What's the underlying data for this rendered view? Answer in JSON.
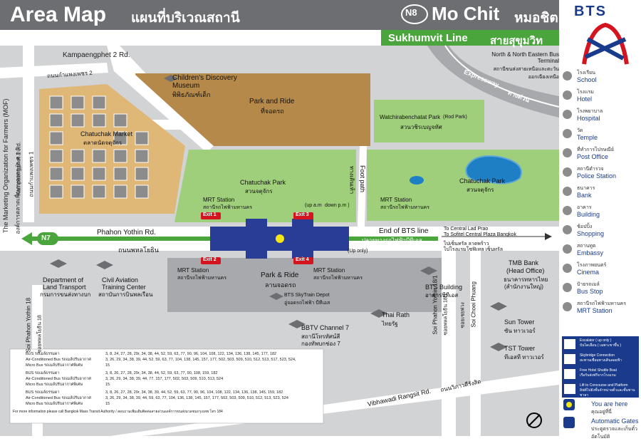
{
  "header": {
    "title_en": "Area Map",
    "title_th": "แผนที่บริเวณสถานี",
    "station_code": "N8",
    "station_en": "Mo Chit",
    "station_th": "หมอชิต",
    "line_en": "Sukhumvit Line",
    "line_th": "สายสุขุมวิท",
    "brand": "BTS"
  },
  "colors": {
    "header_gray": "#6d6e71",
    "line_green": "#4aa63c",
    "park_green": "#9fcf7a",
    "brown": "#b5894a",
    "market_tan": "#dfb777",
    "station_blue": "#2a3d96",
    "exit_red": "#d4141e",
    "legend_blue": "#1a3b8c"
  },
  "map": {
    "labels": {
      "kampaengphet2": "Kampaengphet 2 Rd.",
      "kampaengphet2_th": "ถนนกำแพงเพชร 2",
      "kampaengphet1": "Kampaengphet 1 Rd.",
      "kampaengphet1_th": "ถนนกำแพงเพชร 1",
      "childrens_museum": "Children's Discovery Museum",
      "childrens_museum_th": "พิพิธภัณฑ์เด็ก",
      "park_ride_top": "Park and Ride",
      "park_ride_top_th": "ที่จอดรถ",
      "chatuchak_market": "Chatuchak Market",
      "chatuchak_market_th": "ตลาดนัดจตุจักร",
      "mof": "The Marketing Organization for Farmers (MOF)",
      "mof_th": "องค์การตลาดเพื่อเกษตรกร (อ.ต.ก.)",
      "bus_terminal": "North & North Eastern Bus Terminal",
      "bus_terminal_th": "สถานีขนส่งสายเหนือและตะวันออกเฉียงเหนือ",
      "expressway": "Expressway",
      "expressway_th": "ทางด่วน",
      "watchira_park": "Watchirabenchatat Park",
      "watchira_park_paren": "(Rod Park)",
      "watchira_park_th": "สวนวชิรเบญจทัศ",
      "chatuchak_park1": "Chatuchak Park",
      "chatuchak_park1_th": "สวนจตุจักร",
      "chatuchak_park2": "Chatuchak Park",
      "chatuchak_park2_th": "สวนจตุจักร",
      "footpath": "Foot path",
      "footpath_th": "ทางเดินเท้า",
      "mrt_station": "MRT Station",
      "mrt_station_th": "สถานีรถไฟฟ้ามหานคร",
      "up_am": "(up a.m",
      "down_pm": "down p.m )",
      "up_only": "(Up only)",
      "phahon": "Phahon Yothin Rd.",
      "phahon_th": "ถนนพหลโยธิน",
      "end_line": "End of BTS line",
      "end_line_th": "ปลายทางรถไฟฟ้าบีทีเอส",
      "lad_prao": "To Central Lad Prao",
      "sofitel": "To Sofitel Central Plaza Bangkok",
      "lad_prao_th": "ไปเซ็นทรัล ลาดพร้าว",
      "sofitel_th": "ไปโรงแรมโซฟิเทล เซ็นทรัล",
      "dlt": "Department of Land Transport",
      "dlt_th": "กรมการขนส่งทางบก",
      "cat": "Civil Aviation Training Center",
      "cat_th": "สถาบันการบินพลเรือน",
      "park_ride_bottom": "Park & Ride",
      "park_ride_bottom_th": "ลานจอดรถ",
      "depot": "BTS SkyTrain Depot",
      "depot_th": "อู่จอดรถไฟฟ้า บีทีเอส",
      "bts_building": "BTS Building",
      "bts_building_th": "อาคารบีทีเอส",
      "thai_rath": "Thai Rath",
      "thai_rath_th": "ไทยรัฐ",
      "bbtv": "BBTV Channel 7",
      "bbtv_th1": "สถานีโทรทัศน์สี",
      "bbtv_th2": "กองทัพบกช่อง 7",
      "tmb": "TMB Bank",
      "tmb2": "(Head Office)",
      "tmb_th": "ธนาคารทหารไทย",
      "tmb_th2": "(สำนักงานใหญ่)",
      "sun_tower": "Sun Tower",
      "sun_tower_th": "ซัน ทาวเวอร์",
      "tst_tower": "TST Tower",
      "tst_tower_th": "ทีเอสที ทาวเวอร์",
      "soi18": "Soi Phahon Yothin 18",
      "soi18_th": "ซอยพหลโยธิน 18",
      "soi18_1": "Soi Phahon Yothin 18/1",
      "soi18_1_th": "ซอยพหลโยธิน 18/1",
      "choei_phuang": "Soi Choei Phuang",
      "choei_phuang_th": "ซอยเชยพ่วง",
      "vibhawadi": "Vibhawadi Rangsit Rd.",
      "vibhawadi_th": "ถนนวิภาวดีรังสิต",
      "n7": "N7",
      "exit1": "Exit 1",
      "exit2": "Exit 2",
      "exit3": "Exit 3",
      "exit4": "Exit 4"
    }
  },
  "bus_table": {
    "groups": [
      {
        "rows": [
          {
            "label": "BUS รถเมล์ธรรมดา",
            "routes": "3, 8, 24, 27, 28, 29r, 34, 38, 44, 52, 59, 63, 77, 90, 96, 104, 108, 122, 134, 136, 138, 145, 177, 182"
          },
          {
            "label": "Air-Conditioned Bus รถเมล์ปรับอากาศ",
            "routes": "3, 26, 29, 34, 38, 39, 44, 52, 59, 63, 77, 104, 138, 145, 157, 177, 502, 503, 509, 510, 512, 513, 517, 523, 524,"
          },
          {
            "label": "Micro Bus รถเมล์ปรับอากาศพิเศษ",
            "routes": "15"
          }
        ]
      },
      {
        "rows": [
          {
            "label": "BUS รถเมล์ธรรมดา",
            "routes": "3, 8, 26, 27, 28, 29r, 34, 38, 44, 52, 59, 63, 77, 90, 108, 159, 182"
          },
          {
            "label": "Air-Conditioned Bus รถเมล์ปรับอากาศ",
            "routes": "3, 26, 29, 34, 38, 39, 44, 77, 157, 177, 502, 503, 509, 510, 513, 524"
          },
          {
            "label": "Micro Bus รถเมล์ปรับอากาศพิเศษ",
            "routes": "15"
          }
        ]
      },
      {
        "rows": [
          {
            "label": "BUS รถเมล์ธรรมดา",
            "routes": "3, 8, 26, 27, 28, 29r, 34, 38, 39, 44, 52, 59, 63, 77, 90, 96, 104, 108, 122, 134, 136, 138, 145, 159, 182"
          },
          {
            "label": "Air-Conditioned Bus รถเมล์ปรับอากาศ",
            "routes": "3, 26, 29, 34, 38, 39, 44, 59, 63, 77, 104, 136, 138, 145, 157, 177, 502, 503, 509, 510, 512, 513, 523, 524"
          },
          {
            "label": "Micro Bus รถเมล์ปรับอากาศพิเศษ",
            "routes": "15"
          }
        ]
      }
    ],
    "footnote": "For more information please call Bangkok Mass Transit Authority / สอบถามเพิ่มเติมติดต่อสายด่วนองค์การขนส่งมวลชนกรุงเทพ โทร 184"
  },
  "legend": {
    "items": [
      {
        "th": "โรงเรียน",
        "en": "School",
        "icon": "school-icon"
      },
      {
        "th": "โรงแรม",
        "en": "Hotel",
        "icon": "hotel-icon"
      },
      {
        "th": "โรงพยาบาล",
        "en": "Hospital",
        "icon": "hospital-icon"
      },
      {
        "th": "วัด",
        "en": "Temple",
        "icon": "temple-icon"
      },
      {
        "th": "ที่ทำการไปรษณีย์",
        "en": "Post Office",
        "icon": "post-office-icon"
      },
      {
        "th": "สถานีตำรวจ",
        "en": "Police Station",
        "icon": "police-icon"
      },
      {
        "th": "ธนาคาร",
        "en": "Bank",
        "icon": "bank-icon"
      },
      {
        "th": "อาคาร",
        "en": "Building",
        "icon": "building-icon"
      },
      {
        "th": "ช้อปปิ้ง",
        "en": "Shopping",
        "icon": "shopping-icon"
      },
      {
        "th": "สถานทูต",
        "en": "Embassy",
        "icon": "embassy-icon"
      },
      {
        "th": "โรงภาพยนตร์",
        "en": "Cinema",
        "icon": "cinema-icon"
      },
      {
        "th": "ป้ายรถเมล์",
        "en": "Bus Stop",
        "icon": "bus-stop-icon"
      },
      {
        "th": "สถานีรถไฟฟ้ามหานคร",
        "en": "MRT Station",
        "icon": "mrt-icon"
      }
    ],
    "facilities": [
      {
        "en": "Escalator ( up only )",
        "th": "บันไดเลื่อน ( เฉพาะขาขึ้น )"
      },
      {
        "en": "Skybridge Connection",
        "th": "สะพานเชื่อมทางเดินลอยฟ้า"
      },
      {
        "en": "Free Hotel Shuttle Boat",
        "th": "เรือรับส่งฟรีจากโรงแรม"
      },
      {
        "en": "Lift to Concourse and Platform",
        "th": "ลิฟต์ไปยังชั้นจำหน่ายตั๋วและชั้นชานชาลา"
      }
    ],
    "you_are_here": "You are here",
    "you_are_here_th": "คุณอยู่ที่นี่",
    "automatic_gates": "Automatic Gates",
    "automatic_gates_th": "ประตูตรวจและเก็บตั๋วอัตโนมัติ"
  }
}
